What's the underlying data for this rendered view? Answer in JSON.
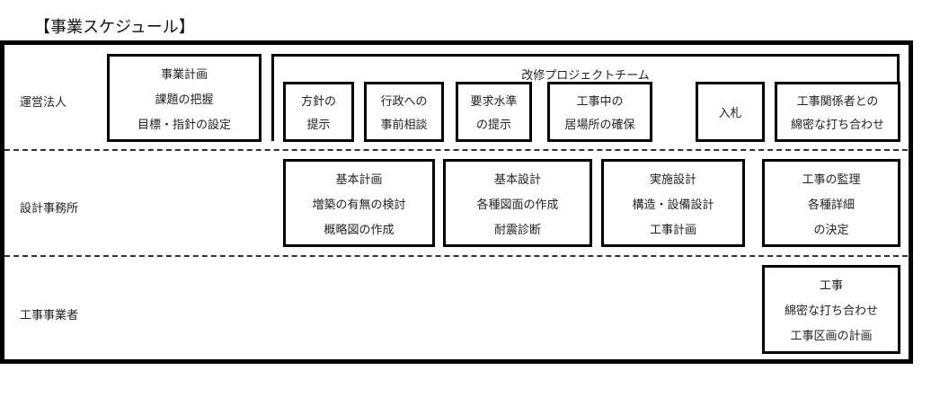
{
  "title": "【事業スケジュール】",
  "roles": [
    "運営法人",
    "設計事務所",
    "工事事業者"
  ],
  "row1": {
    "plan_box": [
      "事業計画",
      "課題の把握",
      "目標・指針の設定"
    ],
    "team_label": "改修プロジェクトチーム",
    "team_boxes": [
      [
        "方針の",
        "提示"
      ],
      [
        "行政への",
        "事前相談"
      ],
      [
        "要求水準",
        "の提示"
      ],
      [
        "工事中の",
        "居場所の確保"
      ],
      [
        "入札"
      ],
      [
        "工事関係者との",
        "綿密な打ち合わせ"
      ]
    ]
  },
  "row2": {
    "boxes": [
      [
        "基本計画",
        "増築の有無の検討",
        "概略図の作成"
      ],
      [
        "基本設計",
        "各種図面の作成",
        "耐震診断"
      ],
      [
        "実施設計",
        "構造・設備設計",
        "工事計画"
      ],
      [
        "工事の監理",
        "各種詳細",
        "の決定"
      ]
    ]
  },
  "row3": {
    "boxes": [
      [
        "工事",
        "綿密な打ち合わせ",
        "工事区画の計画"
      ]
    ]
  }
}
